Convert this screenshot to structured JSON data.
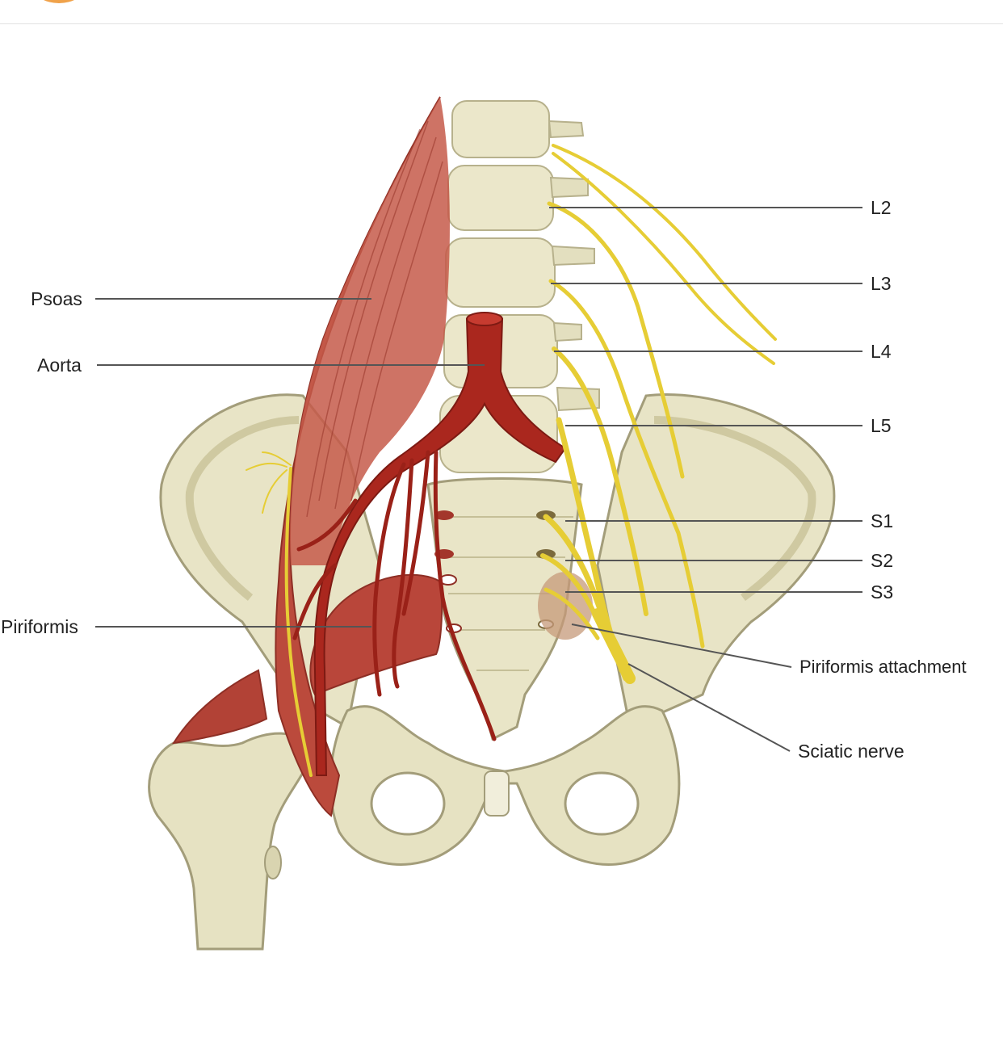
{
  "colors": {
    "bone": "#e7e3c4",
    "bone_shade": "#c9c39a",
    "bone_outline": "#9c9674",
    "muscle": "#b8473a",
    "muscle_dark": "#8e2f25",
    "artery": "#a8241c",
    "nerve": "#e8cf3a",
    "leader_line": "#555555",
    "accent_ring": "#f0a24a"
  },
  "labels": {
    "psoas": "Psoas",
    "aorta": "Aorta",
    "piriformis": "Piriformis",
    "l2": "L2",
    "l3": "L3",
    "l4": "L4",
    "l5": "L5",
    "s1": "S1",
    "s2": "S2",
    "s3": "S3",
    "piriformis_attachment": "Piriformis attachment",
    "sciatic_nerve": "Sciatic nerve"
  }
}
